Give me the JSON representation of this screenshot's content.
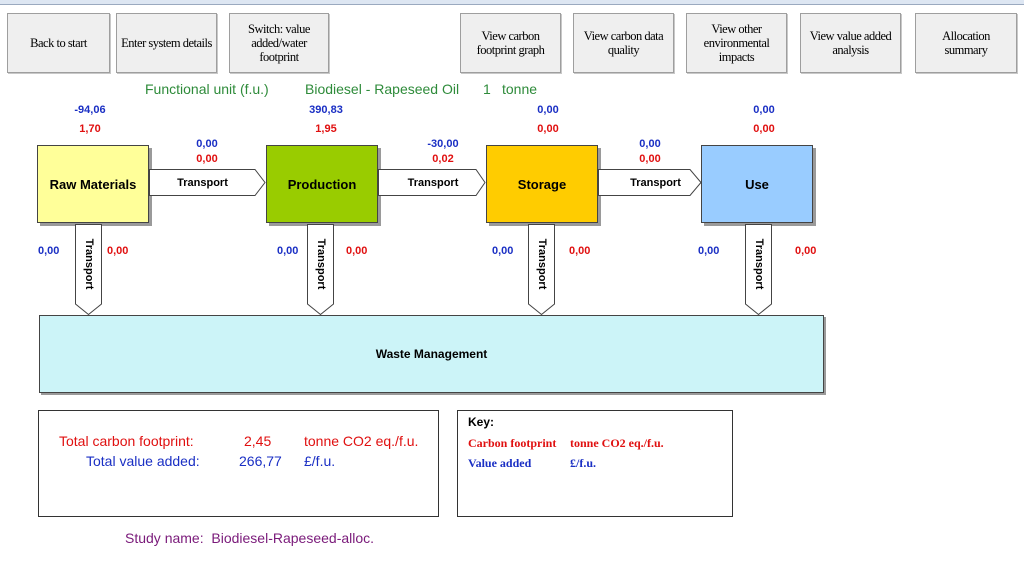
{
  "toolbar": {
    "back": "Back to start",
    "enter_details": "Enter system details",
    "switch": "Switch: value added/water footprint",
    "carbon_graph": "View carbon footprint graph",
    "data_quality": "View carbon data quality",
    "other_impacts": "View other environmental impacts",
    "value_added": "View value added analysis",
    "allocation": "Allocation summary"
  },
  "functional_unit": {
    "label": "Functional unit (f.u.)",
    "product": "Biodiesel - Rapeseed Oil",
    "quantity": "1",
    "unit": "tonne"
  },
  "stages": [
    {
      "name": "Raw Materials",
      "value_added": "-94,06",
      "carbon": "1,70",
      "waste_value_added": "0,00",
      "waste_carbon": "0,00",
      "color": "#ffff99"
    },
    {
      "name": "Production",
      "value_added": "390,83",
      "carbon": "1,95",
      "waste_value_added": "0,00",
      "waste_carbon": "0,00",
      "color": "#99cc00"
    },
    {
      "name": "Storage",
      "value_added": "0,00",
      "carbon": "0,00",
      "waste_value_added": "0,00",
      "waste_carbon": "0,00",
      "color": "#ffcc00"
    },
    {
      "name": "Use",
      "value_added": "0,00",
      "carbon": "0,00",
      "waste_value_added": "0,00",
      "waste_carbon": "0,00",
      "color": "#99ccff"
    }
  ],
  "transports": [
    {
      "label": "Transport",
      "value_added": "0,00",
      "carbon": "0,00"
    },
    {
      "label": "Transport",
      "value_added": "-30,00",
      "carbon": "0,02"
    },
    {
      "label": "Transport",
      "value_added": "0,00",
      "carbon": "0,00"
    }
  ],
  "waste_transport_label": "Transport",
  "waste_management": "Waste Management",
  "totals": {
    "carbon_label": "Total carbon footprint:",
    "carbon_value": "2,45",
    "carbon_unit": "tonne CO2 eq./f.u.",
    "value_label": "Total value added:",
    "value_value": "266,77",
    "value_unit": "£/f.u."
  },
  "key": {
    "title": "Key:",
    "carbon_label": "Carbon footprint",
    "carbon_unit": "tonne CO2 eq./f.u.",
    "value_label": "Value added",
    "value_unit": "£/f.u."
  },
  "study": {
    "label": "Study name:",
    "name": "Biodiesel-Rapeseed-alloc."
  },
  "colors": {
    "carbon": "#e01010",
    "value_added": "#1a2fc4",
    "functional_unit": "#2e8b3a",
    "study": "#7a1a7a",
    "waste": "#ccf4f8"
  }
}
